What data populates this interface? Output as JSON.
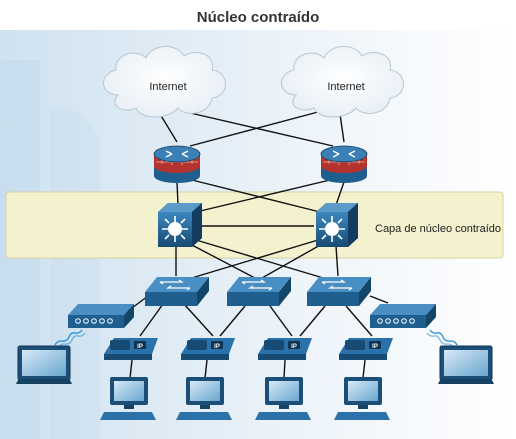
{
  "diagram": {
    "title": "Núcleo contraído",
    "band_label": "Capa de núcleo contraído",
    "clouds": [
      {
        "id": "cloud-left",
        "label": "Internet"
      },
      {
        "id": "cloud-right",
        "label": "Internet"
      }
    ],
    "phone_badge": "IP",
    "colors": {
      "band_fill": "#f4f1cf",
      "band_stroke": "#d9d2a0",
      "device_blue": "#1f5f8f",
      "router_red": "#b5332f",
      "line": "#111111",
      "background_stripes": "#cfe3f1"
    }
  }
}
